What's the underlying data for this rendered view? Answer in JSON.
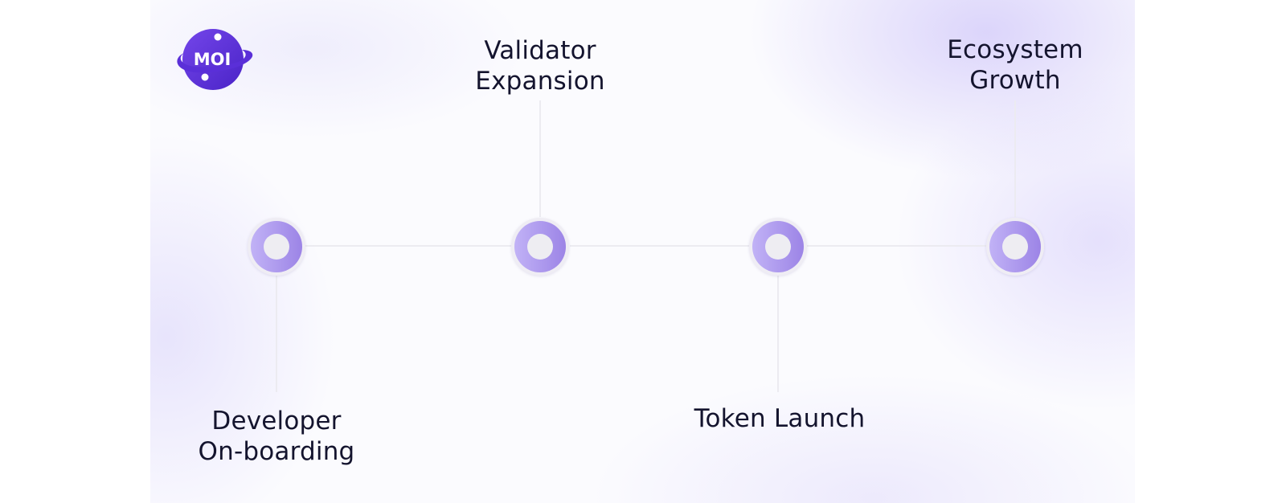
{
  "brand": {
    "logo_text": "MOI",
    "logo_color": "#5b2fd6"
  },
  "colors": {
    "node_ring_start": "#c1b2f6",
    "node_ring_end": "#9c84e6",
    "node_core": "#eeedf2",
    "connector": "#ecebf1",
    "label_text": "#14142e"
  },
  "milestones": [
    {
      "label": "Developer\nOn-boarding",
      "label_position": "below"
    },
    {
      "label": "Validator\nExpansion",
      "label_position": "above"
    },
    {
      "label": "Token Launch",
      "label_position": "below"
    },
    {
      "label": "Ecosystem\nGrowth",
      "label_position": "above"
    }
  ]
}
